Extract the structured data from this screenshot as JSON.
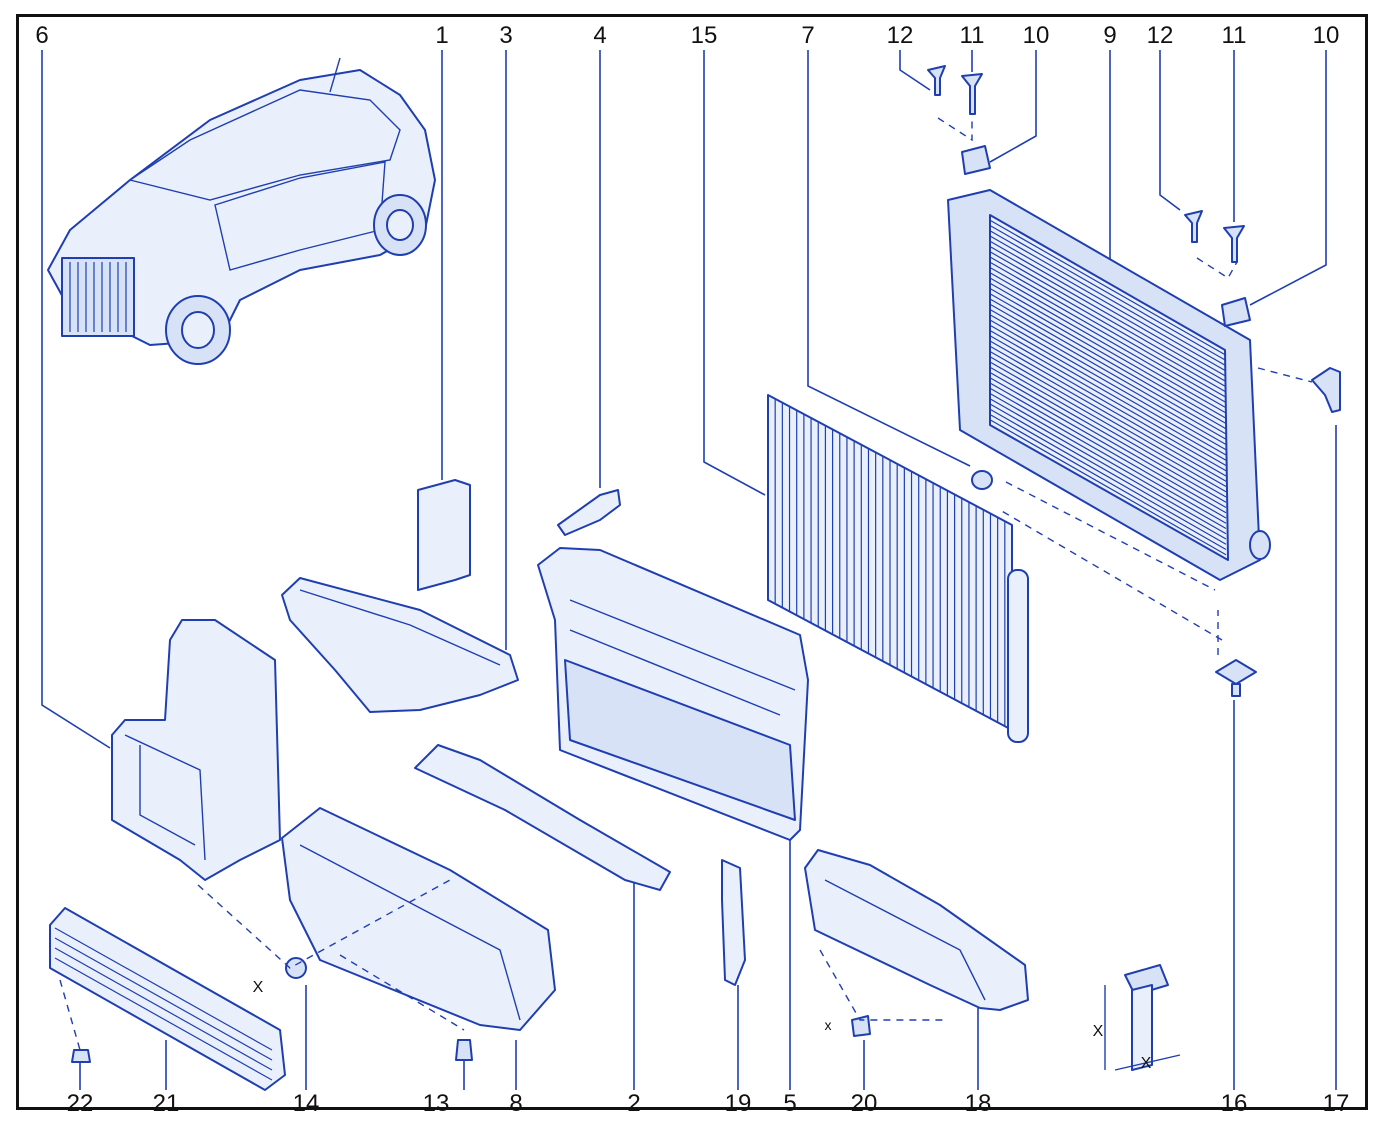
{
  "callouts": [
    {
      "id": "c6",
      "text": "6"
    },
    {
      "id": "c1",
      "text": "1"
    },
    {
      "id": "c3",
      "text": "3"
    },
    {
      "id": "c4",
      "text": "4"
    },
    {
      "id": "c15",
      "text": "15"
    },
    {
      "id": "c7",
      "text": "7"
    },
    {
      "id": "c12a",
      "text": "12"
    },
    {
      "id": "c11a",
      "text": "11"
    },
    {
      "id": "c10a",
      "text": "10"
    },
    {
      "id": "c9",
      "text": "9"
    },
    {
      "id": "c12b",
      "text": "12"
    },
    {
      "id": "c11b",
      "text": "11"
    },
    {
      "id": "c10b",
      "text": "10"
    },
    {
      "id": "c22",
      "text": "22"
    },
    {
      "id": "c21",
      "text": "21"
    },
    {
      "id": "c14",
      "text": "14"
    },
    {
      "id": "c13",
      "text": "13"
    },
    {
      "id": "c8",
      "text": "8"
    },
    {
      "id": "c2",
      "text": "2"
    },
    {
      "id": "c19",
      "text": "19"
    },
    {
      "id": "c5",
      "text": "5"
    },
    {
      "id": "c20",
      "text": "20"
    },
    {
      "id": "c18",
      "text": "18"
    },
    {
      "id": "c16",
      "text": "16"
    },
    {
      "id": "c17",
      "text": "17"
    }
  ],
  "dimension_labels": {
    "x1": "X",
    "x2": "X",
    "x3": "X",
    "x4": "x"
  },
  "colors": {
    "line": "#1f3fb0",
    "fill": "#eaf0fb",
    "frame": "#111111",
    "text": "#111111"
  }
}
